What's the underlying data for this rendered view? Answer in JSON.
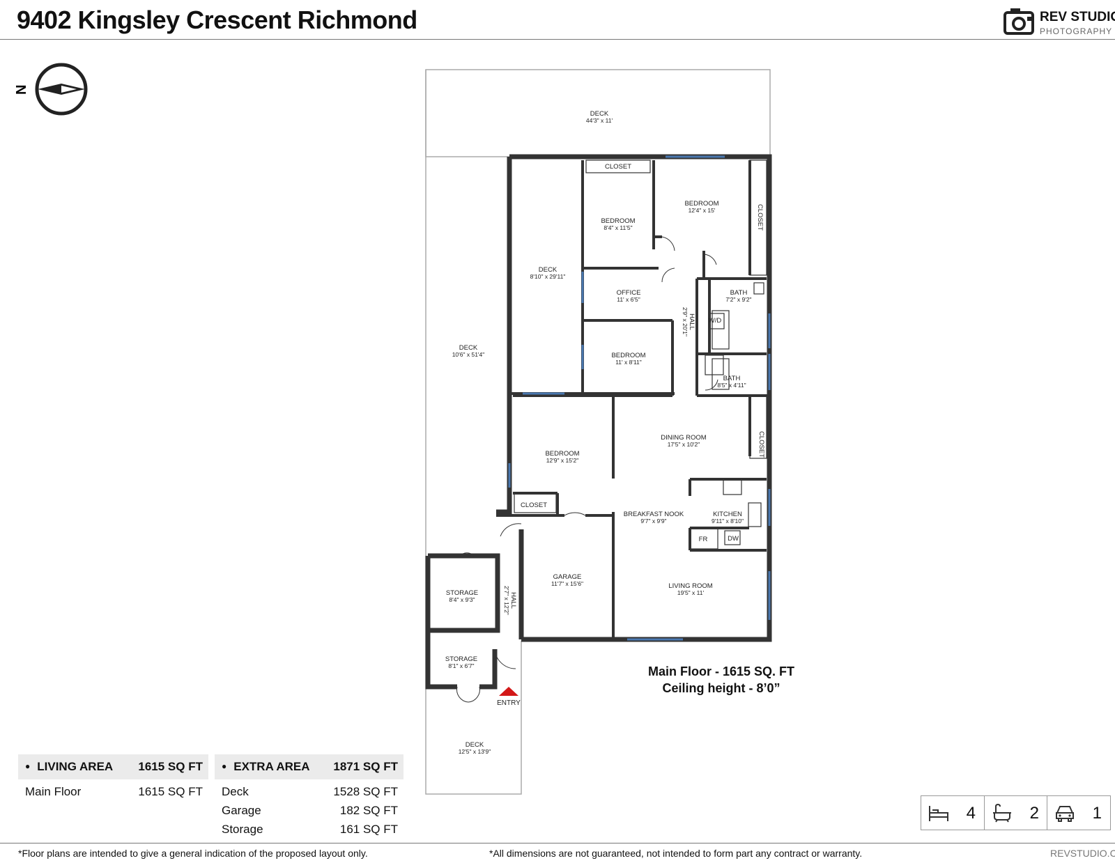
{
  "header": {
    "title": "9402 Kingsley Crescent Richmond"
  },
  "brand": {
    "name": "REV STUDIO",
    "sub": "PHOTOGRAPHY",
    "website": "REVSTUDIO.CA"
  },
  "compass": {
    "label": "N"
  },
  "plan": {
    "rooms": [
      {
        "name": "DECK",
        "dims": "44'3\" x 11'"
      },
      {
        "name": "DECK",
        "dims": "10'6\" x 51'4\""
      },
      {
        "name": "DECK",
        "dims": "8'10\" x 29'11\""
      },
      {
        "name": "CLOSET"
      },
      {
        "name": "BEDROOM",
        "dims": "8'4\" x 11'5\""
      },
      {
        "name": "BEDROOM",
        "dims": "12'4\" x 15'"
      },
      {
        "name": "CLOSET"
      },
      {
        "name": "OFFICE",
        "dims": "11' x 6'5\""
      },
      {
        "name": "HALL",
        "dims": "2'9\" x 20'1\""
      },
      {
        "name": "BATH",
        "dims": "7'2\" x 9'2\""
      },
      {
        "name": "W/D"
      },
      {
        "name": "BEDROOM",
        "dims": "11' x 8'11\""
      },
      {
        "name": "BATH",
        "dims": "8'5\" x 4'11\""
      },
      {
        "name": "DINING ROOM",
        "dims": "17'5\" x 10'2\""
      },
      {
        "name": "CLOSET"
      },
      {
        "name": "BEDROOM",
        "dims": "12'9\" x 15'2\""
      },
      {
        "name": "CLOSET"
      },
      {
        "name": "BREAKFAST NOOK",
        "dims": "9'7\" x 9'9\""
      },
      {
        "name": "KITCHEN",
        "dims": "9'11\" x 8'10\""
      },
      {
        "name": "FR"
      },
      {
        "name": "DW"
      },
      {
        "name": "GARAGE",
        "dims": "11'7\" x 15'6\""
      },
      {
        "name": "LIVING ROOM",
        "dims": "19'5\" x 11'"
      },
      {
        "name": "STORAGE",
        "dims": "8'4\" x 9'3\""
      },
      {
        "name": "HALL",
        "dims": "2'7\" x 12'2\""
      },
      {
        "name": "STORAGE",
        "dims": "8'1\" x 6'7\""
      },
      {
        "name": "DECK",
        "dims": "12'5\" x 13'9\""
      }
    ],
    "entry_label": "ENTRY",
    "floor_caption": "Main Floor - 1615 SQ. FT",
    "ceiling_caption": "Ceiling height - 8’0”"
  },
  "living": {
    "header_label": "LIVING AREA",
    "header_value": "1615 SQ FT",
    "rows": [
      {
        "label": "Main Floor",
        "value": "1615 SQ FT"
      }
    ]
  },
  "extra": {
    "header_label": "EXTRA AREA",
    "header_value": "1871 SQ FT",
    "rows": [
      {
        "label": "Deck",
        "value": "1528 SQ FT"
      },
      {
        "label": "Garage",
        "value": "182 SQ FT"
      },
      {
        "label": "Storage",
        "value": "161 SQ FT"
      }
    ]
  },
  "counts": {
    "bedrooms": "4",
    "bathrooms": "2",
    "parking": "1"
  },
  "footer": {
    "left": "*Floor plans are intended to give a general indication of the proposed layout only.",
    "right": "*All dimensions are not guaranteed, not intended to form part any contract or warranty."
  }
}
